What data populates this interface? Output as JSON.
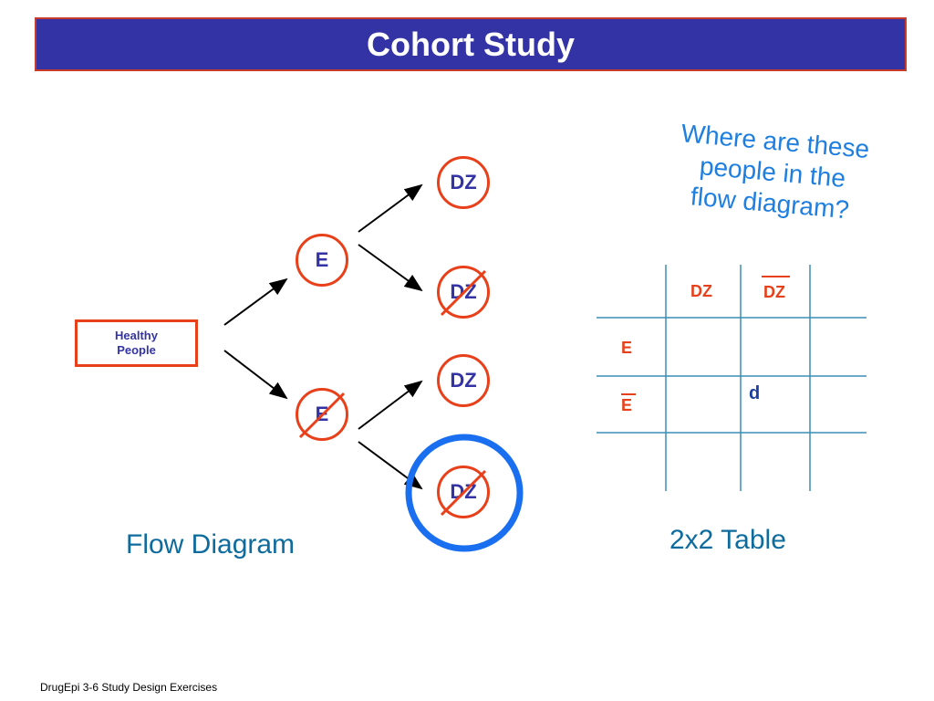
{
  "title": "Cohort Study",
  "flow": {
    "start": "Healthy\nPeople",
    "exposed": "E",
    "unexposed": "E",
    "disease": "DZ",
    "caption": "Flow Diagram"
  },
  "question": "Where are these\npeople in the\nflow diagram?",
  "table": {
    "col_disease": "DZ",
    "col_no_disease": "DZ",
    "row_exposed": "E",
    "row_unexposed": "E",
    "cell_d": "d",
    "caption": "2x2 Table"
  },
  "footer": "DrugEpi 3-6  Study Design Exercises",
  "colors": {
    "title_bg": "#3333a6",
    "node_border": "#e8401a",
    "highlight": "#1a6ff0",
    "grid_line": "#3a8fb7"
  }
}
